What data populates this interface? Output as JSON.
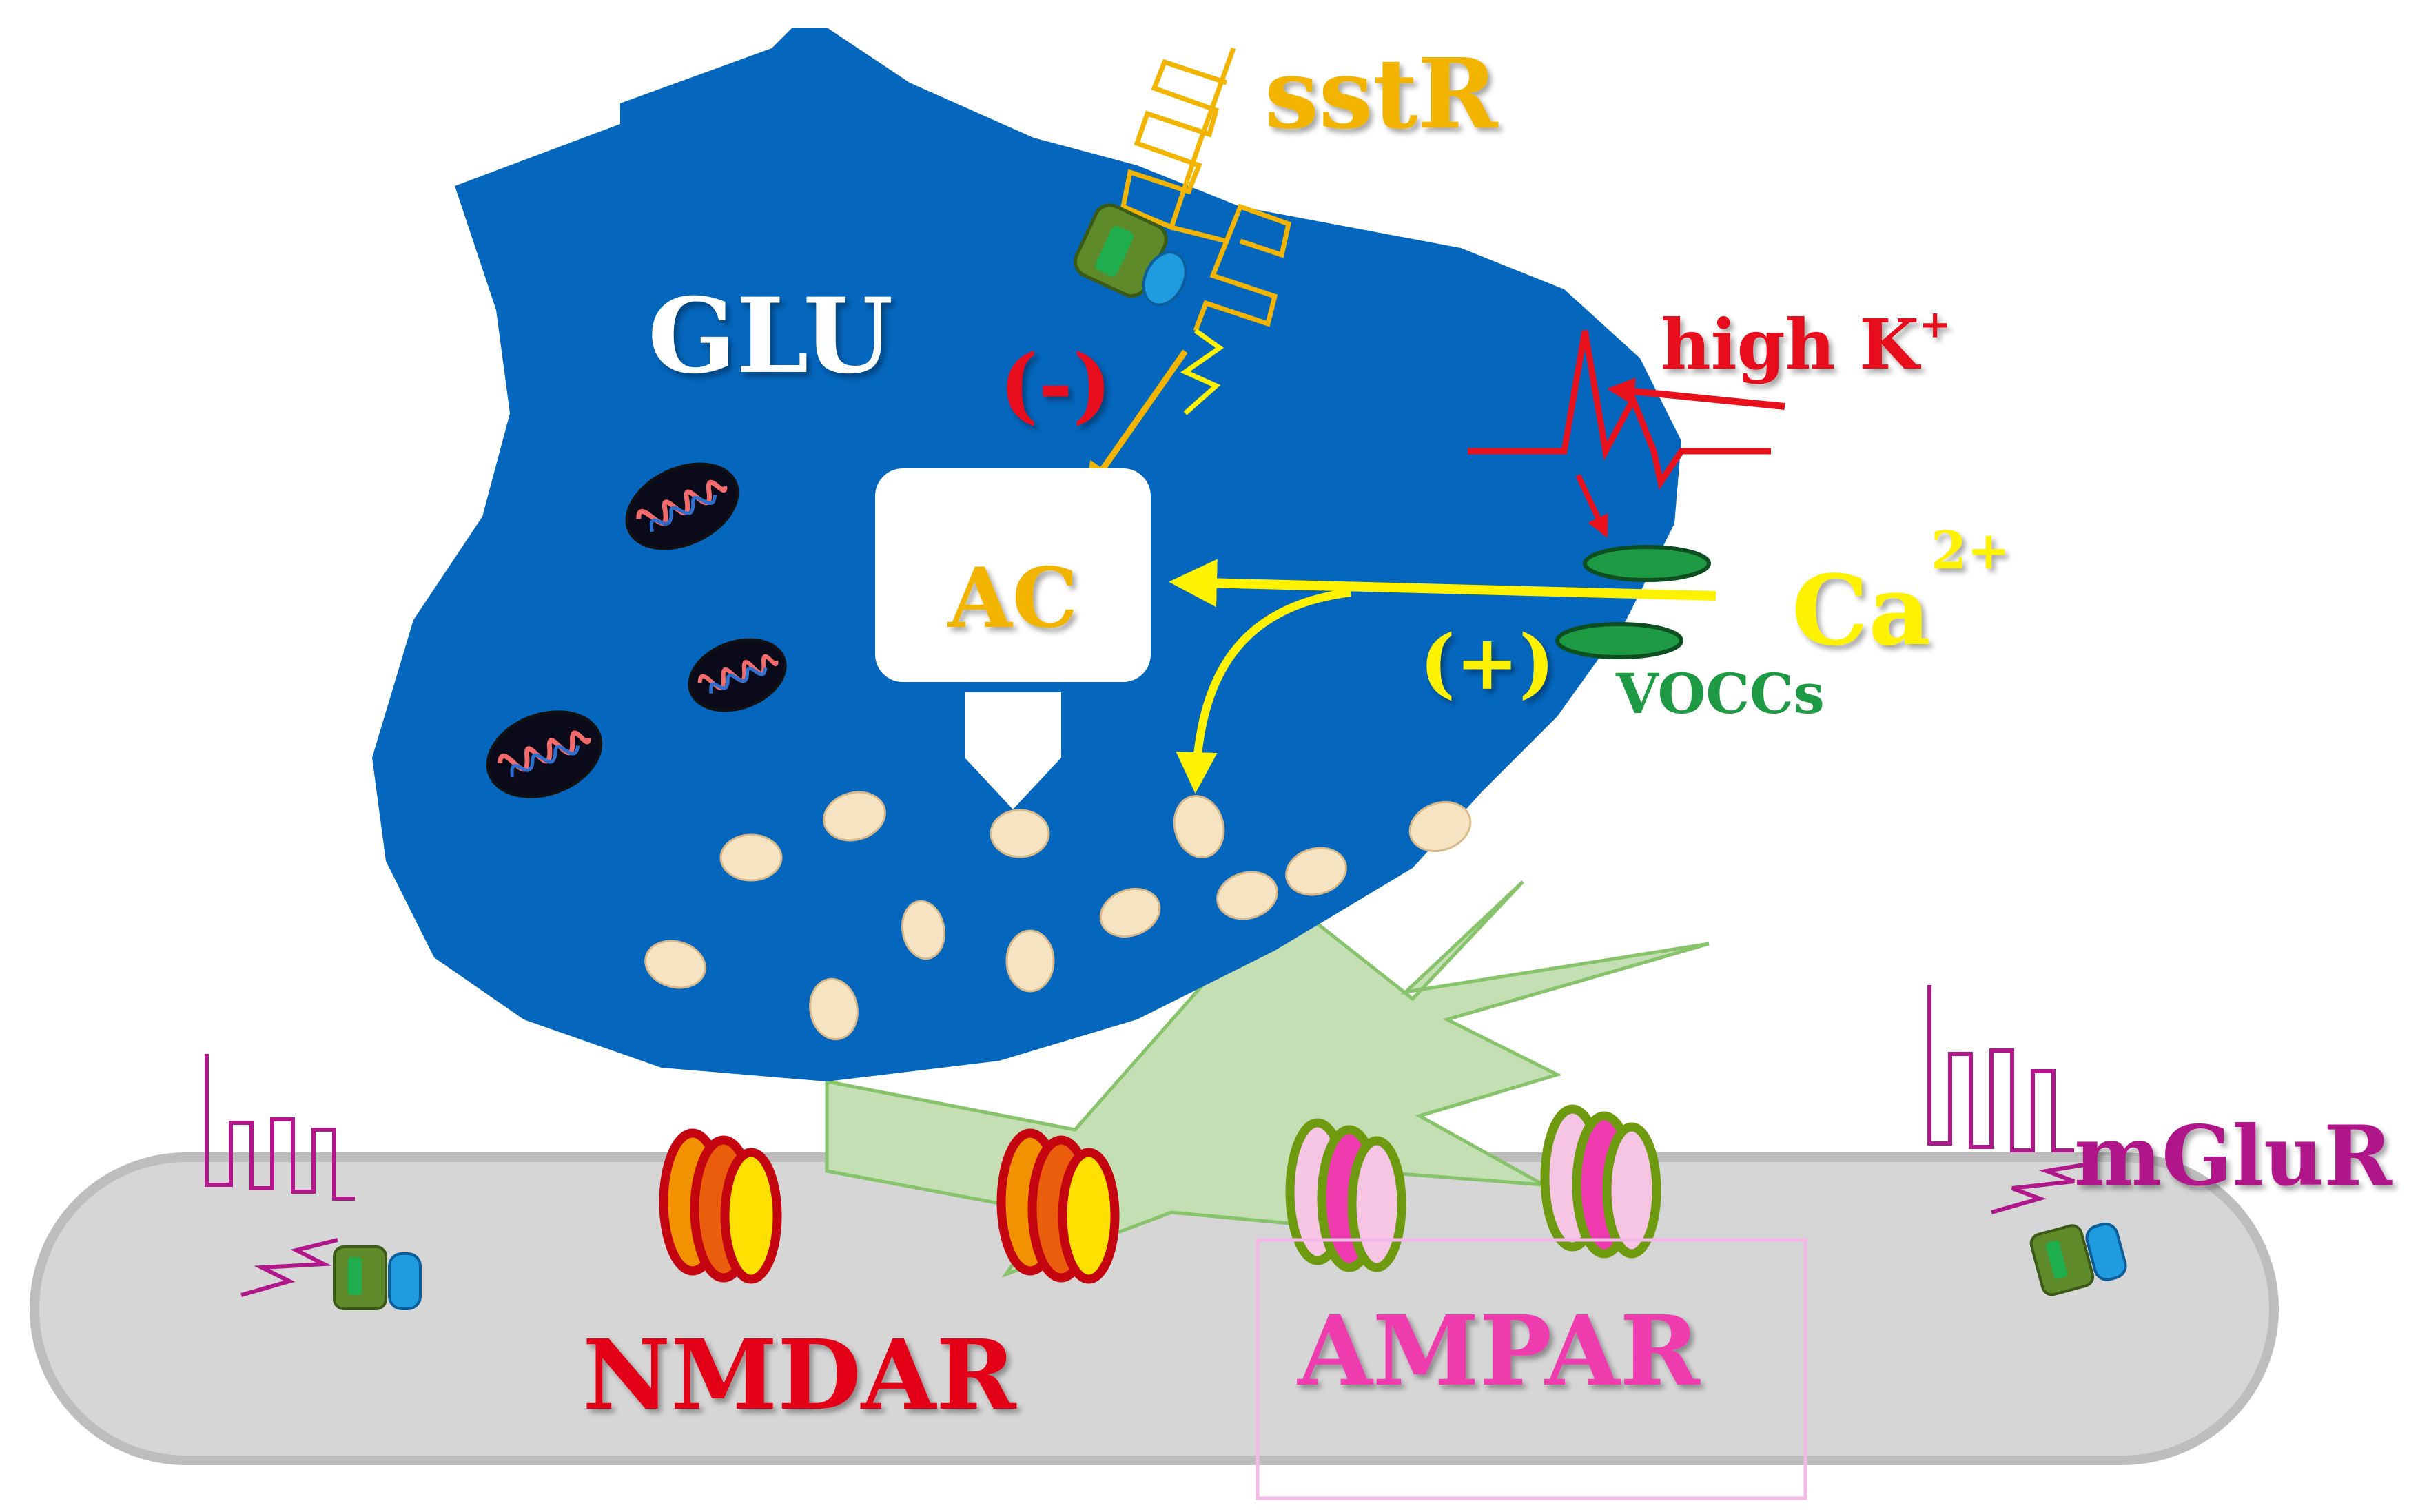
{
  "labels": {
    "terminal": "GLU",
    "somatostatin_receptor": "sstR",
    "inhibition": "(-)",
    "adenylyl_cyclase": "AC",
    "high_k_base": "high K",
    "high_k_sup": "+",
    "calcium_base": "Ca",
    "calcium_sup": "2+",
    "activation": "(+)",
    "channels": "VOCCs",
    "nmda": "NMDAR",
    "ampa": "AMPAR",
    "mglu": "mGluR"
  },
  "colors": {
    "terminal_blue": "#0466BD",
    "membrane_gray": "#D6D6D6",
    "membrane_edge": "#BDBDBD",
    "cleft_green": "#C5DFB4",
    "sstr_orange": "#F3B400",
    "highk_red": "#E8101A",
    "calcium_yellow": "#FFF200",
    "vocc_green": "#1E9A44",
    "nmda_red": "#E30613",
    "ampa_pink": "#EE3AAE",
    "ampa_green": "#6E9A10",
    "mglu_magenta": "#B0178A",
    "vesicle_fill": "#F6E3C2",
    "highlight_box": "#F3B8E8"
  },
  "icons": [
    "mitochondrion-icon",
    "g-protein-icon",
    "receptor-serpentine-icon",
    "ion-channel-icon",
    "vesicle-icon"
  ]
}
